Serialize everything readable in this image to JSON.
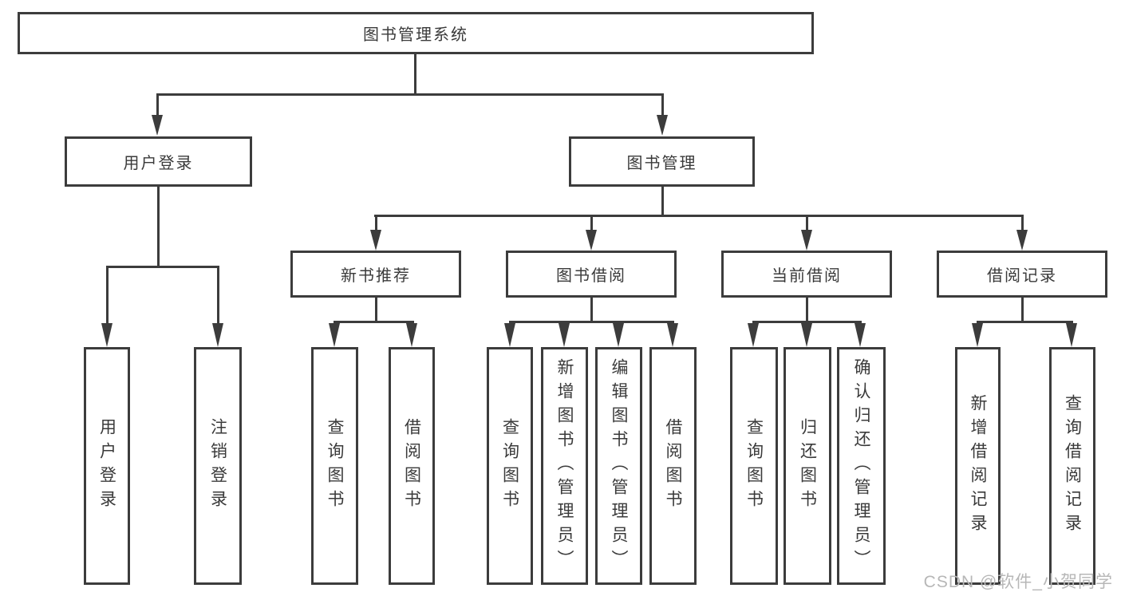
{
  "colors": {
    "line": "#3c3c3c",
    "box_border": "#3c3c3c",
    "text": "#3a3a3a",
    "watermark": "#b7b7b7",
    "background": "#ffffff"
  },
  "watermark": {
    "text": "CSDN @软件_小贺同学"
  },
  "diagram": {
    "root": {
      "label": "图书管理系统"
    },
    "level2": [
      {
        "label": "用户登录"
      },
      {
        "label": "图书管理"
      }
    ],
    "level3": [
      {
        "label": "新书推荐",
        "parent": "图书管理"
      },
      {
        "label": "图书借阅",
        "parent": "图书管理"
      },
      {
        "label": "当前借阅",
        "parent": "图书管理"
      },
      {
        "label": "借阅记录",
        "parent": "图书管理"
      }
    ],
    "leaves": [
      {
        "label": "用户登录",
        "parent": "用户登录"
      },
      {
        "label": "注销登录",
        "parent": "用户登录"
      },
      {
        "label": "查询图书",
        "parent": "新书推荐"
      },
      {
        "label": "借阅图书",
        "parent": "新书推荐"
      },
      {
        "label": "查询图书",
        "parent": "图书借阅"
      },
      {
        "label": "新增图书（管理员）",
        "parent": "图书借阅"
      },
      {
        "label": "编辑图书（管理员）",
        "parent": "图书借阅"
      },
      {
        "label": "借阅图书",
        "parent": "图书借阅"
      },
      {
        "label": "查询图书",
        "parent": "当前借阅"
      },
      {
        "label": "归还图书",
        "parent": "当前借阅"
      },
      {
        "label": "确认归还（管理员）",
        "parent": "当前借阅"
      },
      {
        "label": "新增借阅记录",
        "parent": "借阅记录"
      },
      {
        "label": "查询借阅记录",
        "parent": "借阅记录"
      }
    ]
  }
}
